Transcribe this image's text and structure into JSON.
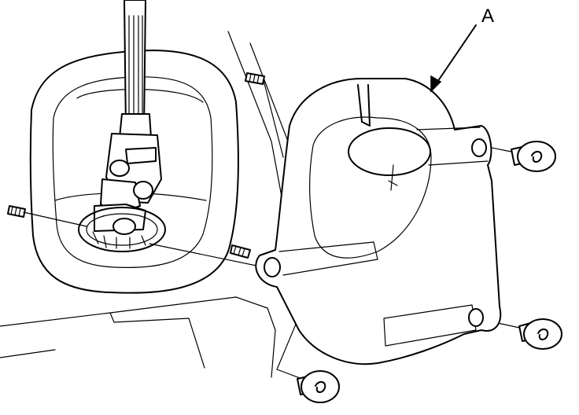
{
  "callouts": [
    {
      "letter": "A",
      "target": "steering-column-cover"
    }
  ],
  "colors": {
    "line": "#000000",
    "background": "#ffffff"
  },
  "icons": [
    "steering-shaft",
    "universal-joint",
    "column-cover",
    "screw",
    "bolt"
  ]
}
